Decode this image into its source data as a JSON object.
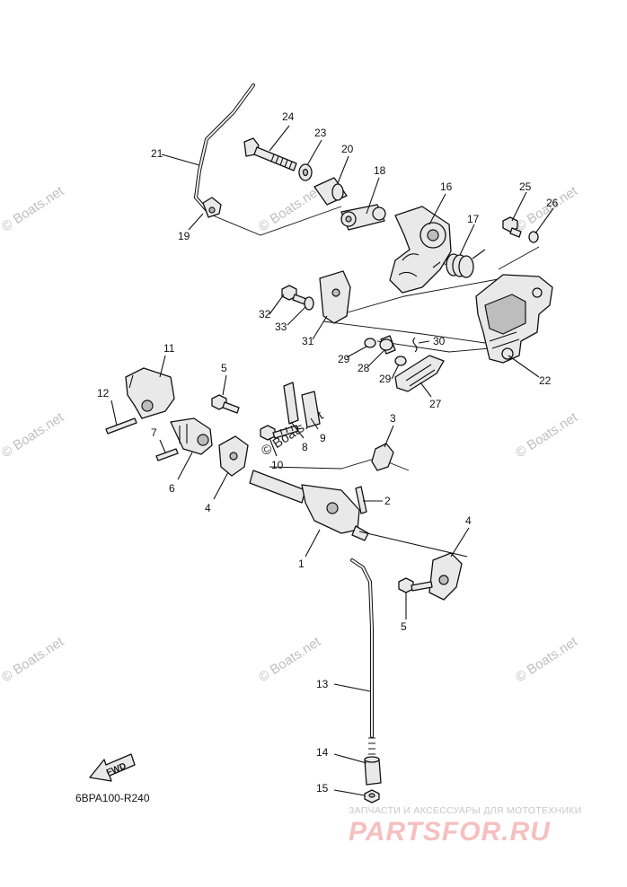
{
  "watermark_text": "© Boats.net",
  "diagram_code": "6BPA100-R240",
  "fwd_label": "FWD",
  "brand": {
    "tagline": "ЗАПЧАСТИ И АКСЕССУАРЫ ДЛЯ МОТОТЕХНИКИ",
    "name": "PARTSFOR.RU"
  },
  "callouts": {
    "c1": "1",
    "c2": "2",
    "c3": "3",
    "c4a": "4",
    "c4b": "4",
    "c5a": "5",
    "c5b": "5",
    "c6": "6",
    "c7": "7",
    "c8": "8",
    "c9": "9",
    "c10": "10",
    "c11": "11",
    "c12": "12",
    "c13": "13",
    "c14": "14",
    "c15": "15",
    "c16": "16",
    "c17": "17",
    "c18": "18",
    "c19": "19",
    "c20": "20",
    "c21": "21",
    "c22": "22",
    "c23": "23",
    "c24": "24",
    "c25": "25",
    "c26": "26",
    "c27": "27",
    "c28": "28",
    "c29a": "29",
    "c29b": "29",
    "c30": "30",
    "c31": "31",
    "c32": "32",
    "c33": "33"
  }
}
